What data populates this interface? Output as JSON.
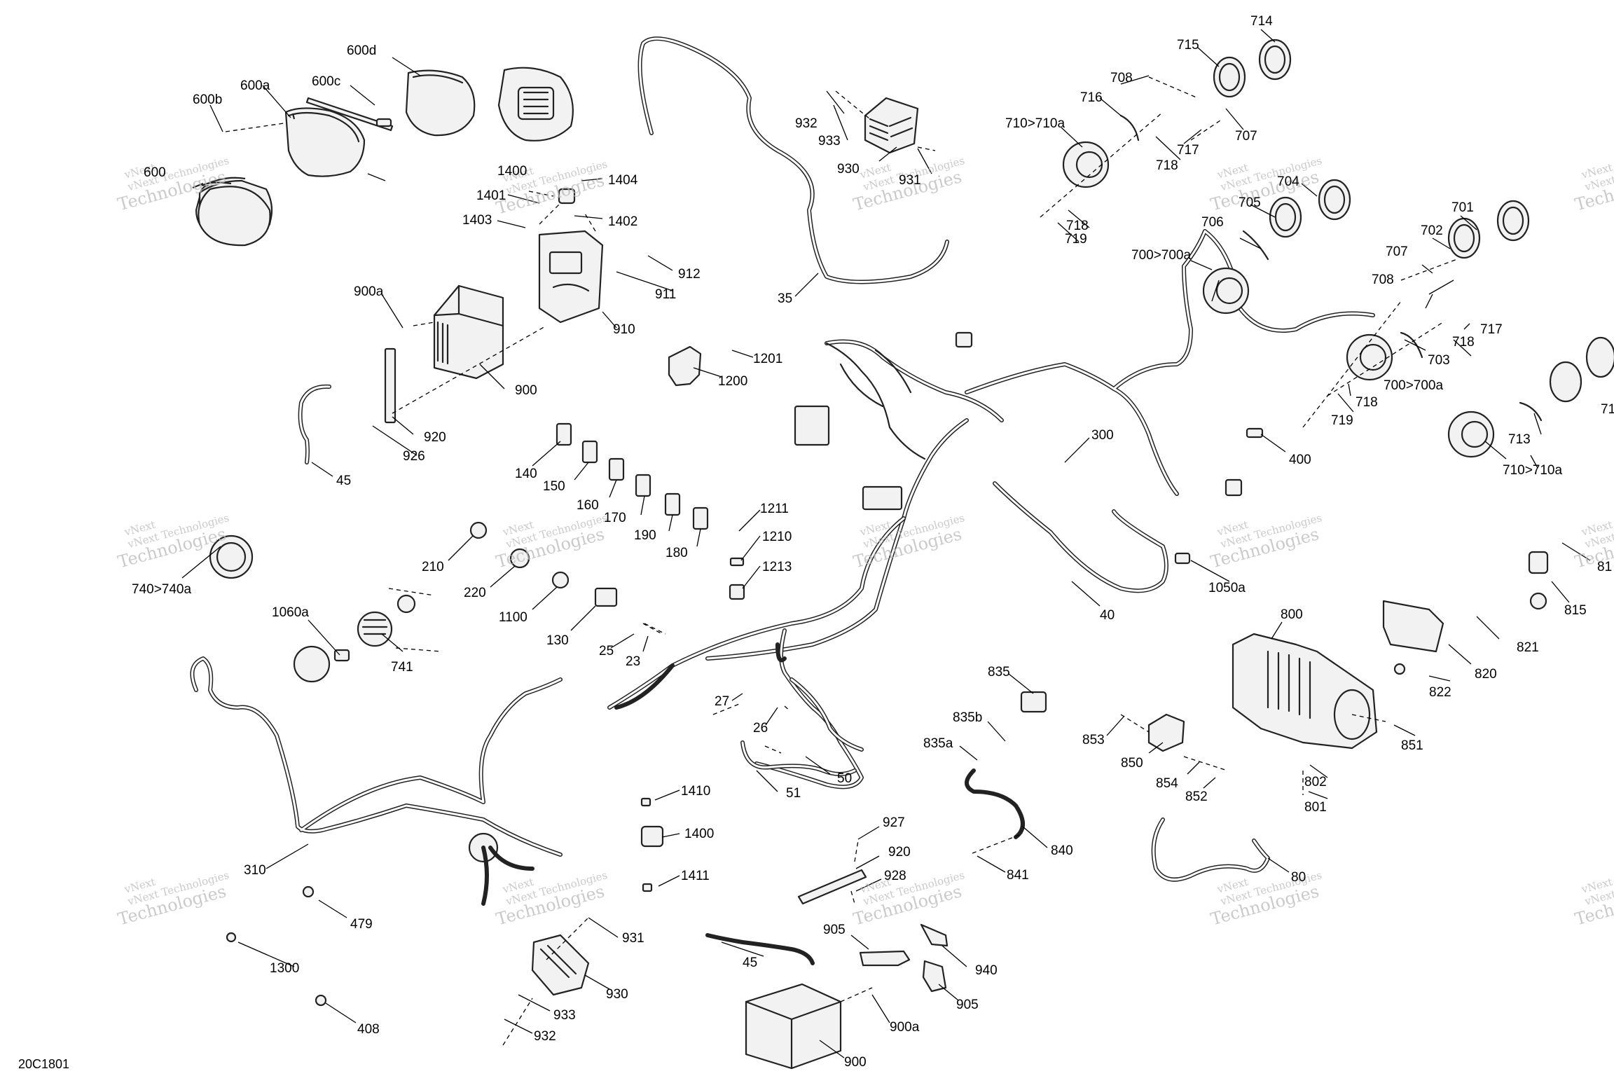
{
  "diagram_code": "20C1801",
  "watermark": {
    "line1": "vNext Technologies",
    "line2": "Technologies",
    "line3": "vNext"
  },
  "labels": {
    "l600d": "600d",
    "l600a": "600a",
    "l600c": "600c",
    "l600b": "600b",
    "l600": "600",
    "l1400a": "1400",
    "l1404": "1404",
    "l1401": "1401",
    "l1403": "1403",
    "l1402": "1402",
    "l912": "912",
    "l911": "911",
    "l910": "910",
    "l900a": "900a",
    "l900": "900",
    "l920": "920",
    "l926": "926",
    "l45a": "45",
    "l35": "35",
    "l932a": "932",
    "l933a": "933",
    "l930a": "930",
    "l931a": "931",
    "l1201": "1201",
    "l1200": "1200",
    "l140": "140",
    "l150": "150",
    "l160": "160",
    "l170": "170",
    "l190": "190",
    "l180": "180",
    "l210": "210",
    "l220": "220",
    "l1100": "1100",
    "l130": "130",
    "l25": "25",
    "l23": "23",
    "l1211": "1211",
    "l1210": "1210",
    "l1213": "1213",
    "l740": "740>740a",
    "l1060a": "1060a",
    "l741": "741",
    "l300": "300",
    "l400": "400",
    "l40": "40",
    "l1050a": "1050a",
    "l714": "714",
    "l715": "715",
    "l708a": "708",
    "l716": "716",
    "l710a": "710>710a",
    "l707a": "707",
    "l717a": "717",
    "l718a": "718",
    "l718b": "718",
    "l719a": "719",
    "l704": "704",
    "l705": "705",
    "l706": "706",
    "l700a": "700>700a",
    "l701": "701",
    "l702": "702",
    "l707b": "707",
    "l708b": "708",
    "l717b": "717",
    "l718c": "718",
    "l703": "703",
    "l700b": "700>700a",
    "l718d": "718",
    "l719b": "719",
    "l713": "713",
    "l710b": "710>710a",
    "l71x": "71",
    "l81x": "81",
    "l815": "815",
    "l800": "800",
    "l821": "821",
    "l820": "820",
    "l822": "822",
    "l851": "851",
    "l802": "802",
    "l801": "801",
    "l853": "853",
    "l850": "850",
    "l854": "854",
    "l852": "852",
    "l835": "835",
    "l835b": "835b",
    "l835a": "835a",
    "l840": "840",
    "l841": "841",
    "l80": "80",
    "l27": "27",
    "l26": "26",
    "l50": "50",
    "l51": "51",
    "l1410": "1410",
    "l1400b": "1400",
    "l1411": "1411",
    "l927": "927",
    "l920b": "920",
    "l928": "928",
    "l310": "310",
    "l479": "479",
    "l1300": "1300",
    "l408": "408",
    "l931b": "931",
    "l930b": "930",
    "l933b": "933",
    "l932b": "932",
    "l45b": "45",
    "l905a": "905",
    "l940": "940",
    "l905b": "905",
    "l900ab": "900a",
    "l900b": "900"
  }
}
